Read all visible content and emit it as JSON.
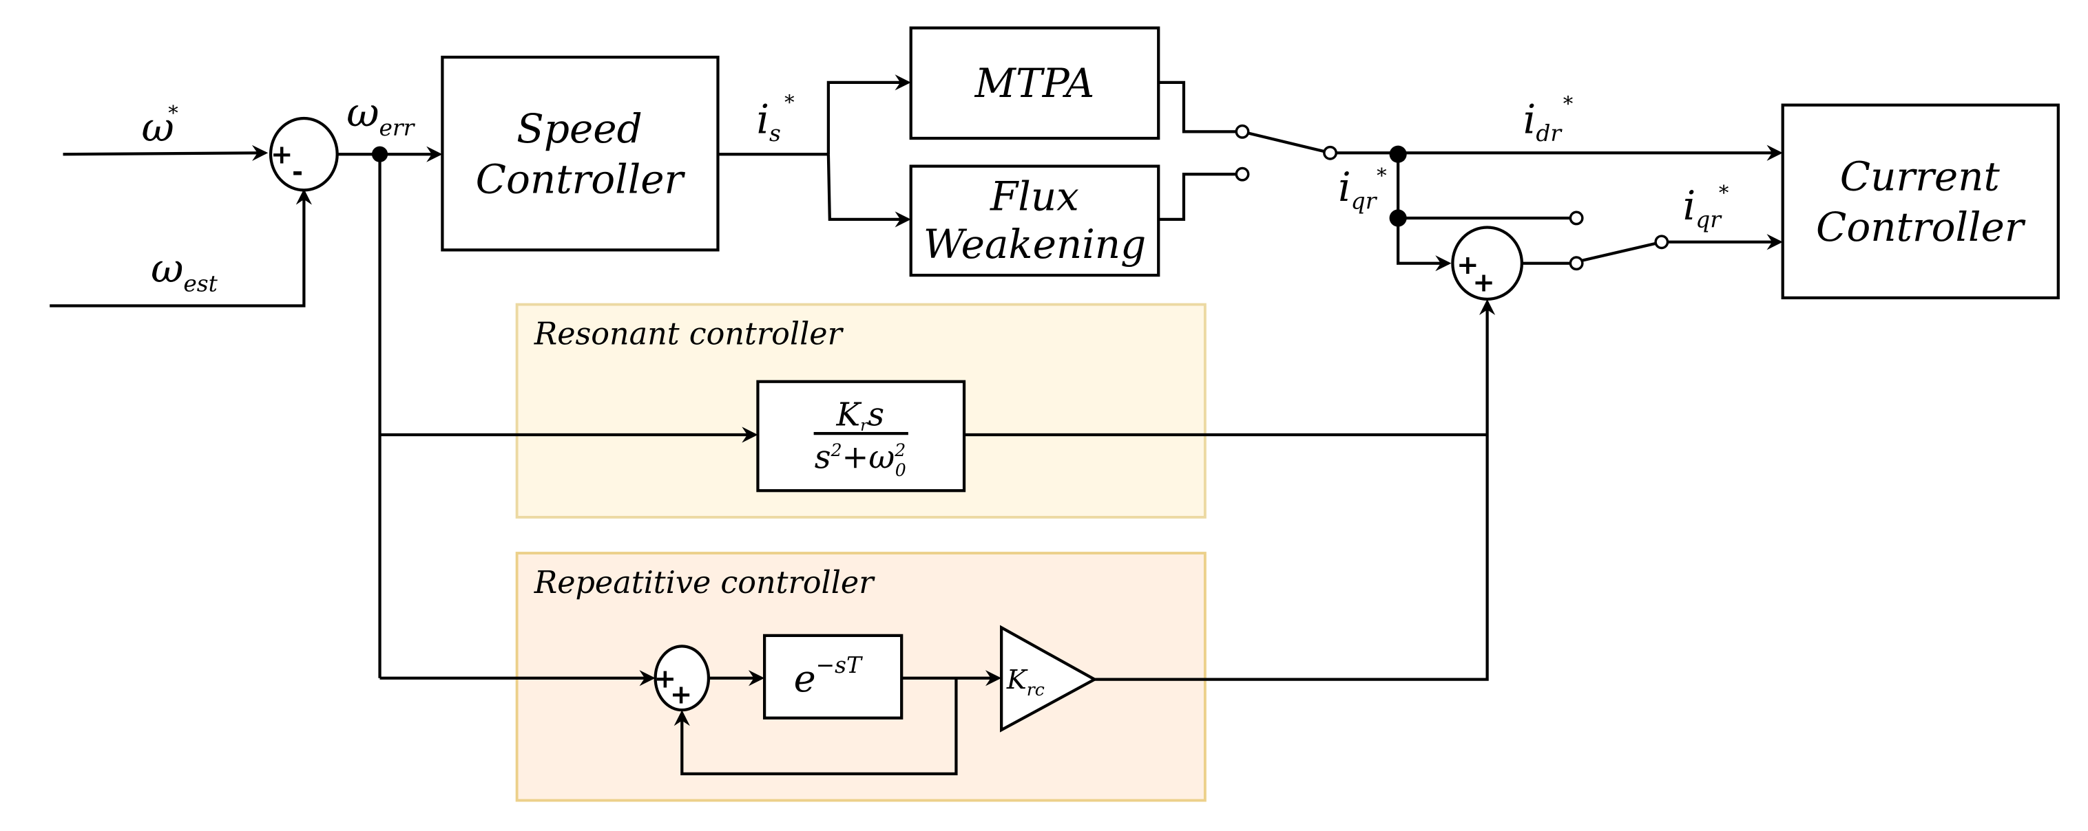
{
  "diagram": {
    "title": "Speed control loop with resonant and repetitive controllers",
    "colors": {
      "resonant_fill": "#fff7e4",
      "resonant_border": "#ecd9a2",
      "repetitive_fill": "#fff0e3",
      "repetitive_border": "#ecd08a",
      "line": "#000000"
    },
    "signals": {
      "omega_ref": {
        "base": "ω",
        "sup": "*"
      },
      "omega_est": {
        "base": "ω",
        "sub": "est"
      },
      "omega_err": {
        "base": "ω",
        "sub": "err"
      },
      "is_ref": {
        "base": "i",
        "sub": "s",
        "sup": "*"
      },
      "idr_ref": {
        "base": "i",
        "sub": "dr",
        "sup": "*"
      },
      "iqr_ref_branch": {
        "base": "i",
        "sub": "qr",
        "sup": "*"
      },
      "iqr_ref_out": {
        "base": "i",
        "sub": "qr",
        "sup": "*"
      }
    },
    "blocks": {
      "speed_controller": {
        "line1": "Speed",
        "line2": "Controller"
      },
      "mtpa": {
        "label": "MTPA"
      },
      "flux_weakening": {
        "line1": "Flux",
        "line2": "Weakening"
      },
      "current_controller": {
        "line1": "Current",
        "line2": "Controller"
      }
    },
    "summing_junctions": {
      "speed_error": {
        "top_sign": "+",
        "bottom_sign": "-"
      },
      "iq_sum": {
        "top_sign": "+",
        "bottom_sign": "+"
      },
      "repetitive_sum": {
        "top_sign": "+",
        "bottom_sign": "+"
      }
    },
    "groups": {
      "resonant": {
        "title": "Resonant controller",
        "tf_num_K": "K",
        "tf_num_K_sub": "r",
        "tf_num_s": "s",
        "tf_den_s": "s",
        "tf_den_s_sup": "2",
        "tf_den_plus": "+",
        "tf_den_w": "ω",
        "tf_den_w_sup": "2",
        "tf_den_w_sub": "0"
      },
      "repetitive": {
        "title": "Repeatitive controller",
        "delay_base": "e",
        "delay_exp": "−sT",
        "gain_base": "K",
        "gain_sub": "rc"
      }
    }
  }
}
